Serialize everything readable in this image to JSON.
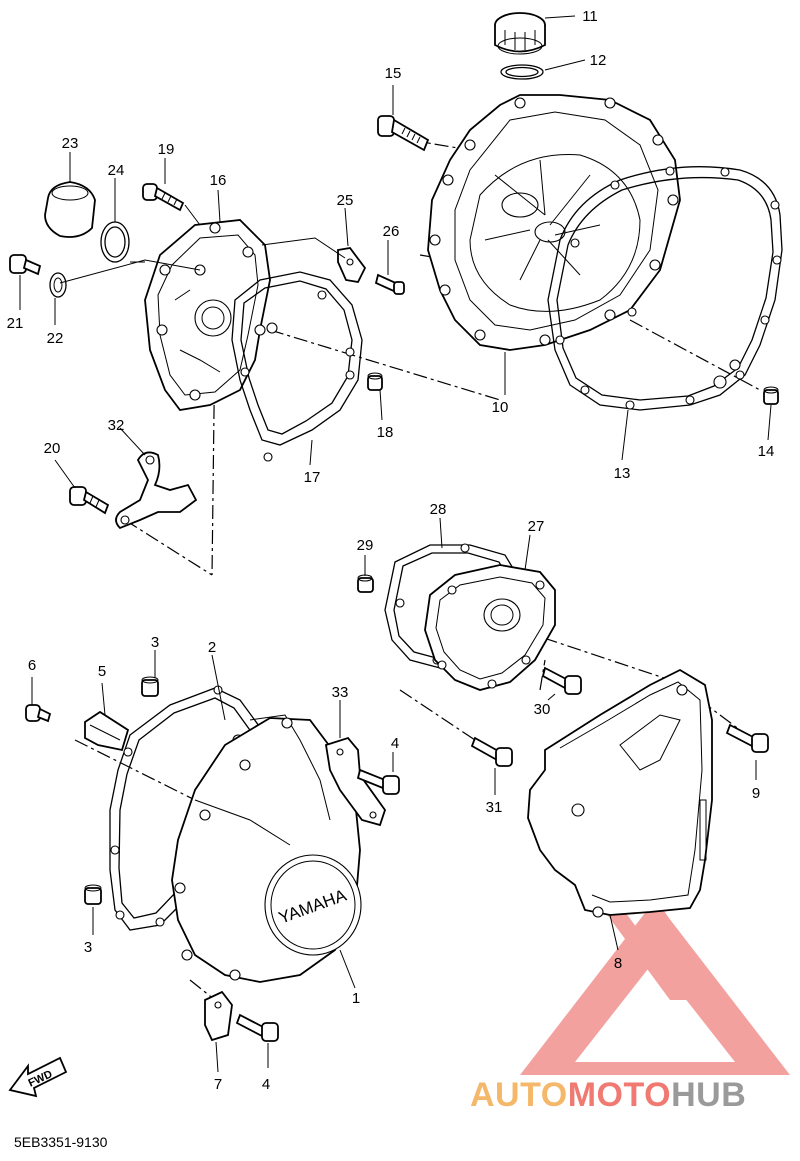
{
  "diagram": {
    "reference_code": "5EB3351-9130",
    "fwd_label": "FWD",
    "cover_emblem": "YAMAHA",
    "callouts": [
      "1",
      "2",
      "3",
      "3",
      "4",
      "4",
      "5",
      "6",
      "7",
      "8",
      "9",
      "10",
      "11",
      "12",
      "13",
      "14",
      "15",
      "16",
      "17",
      "18",
      "19",
      "20",
      "21",
      "22",
      "23",
      "24",
      "25",
      "26",
      "27",
      "28",
      "29",
      "30",
      "31",
      "32",
      "33"
    ]
  },
  "watermark": {
    "part1": "AUTO",
    "part2": "MOTO",
    "part3": "HUB",
    "colors": {
      "auto": "#f5b86a",
      "moto": "#f07a72",
      "hub": "#9a9a9a",
      "logo": "#f08080"
    }
  }
}
